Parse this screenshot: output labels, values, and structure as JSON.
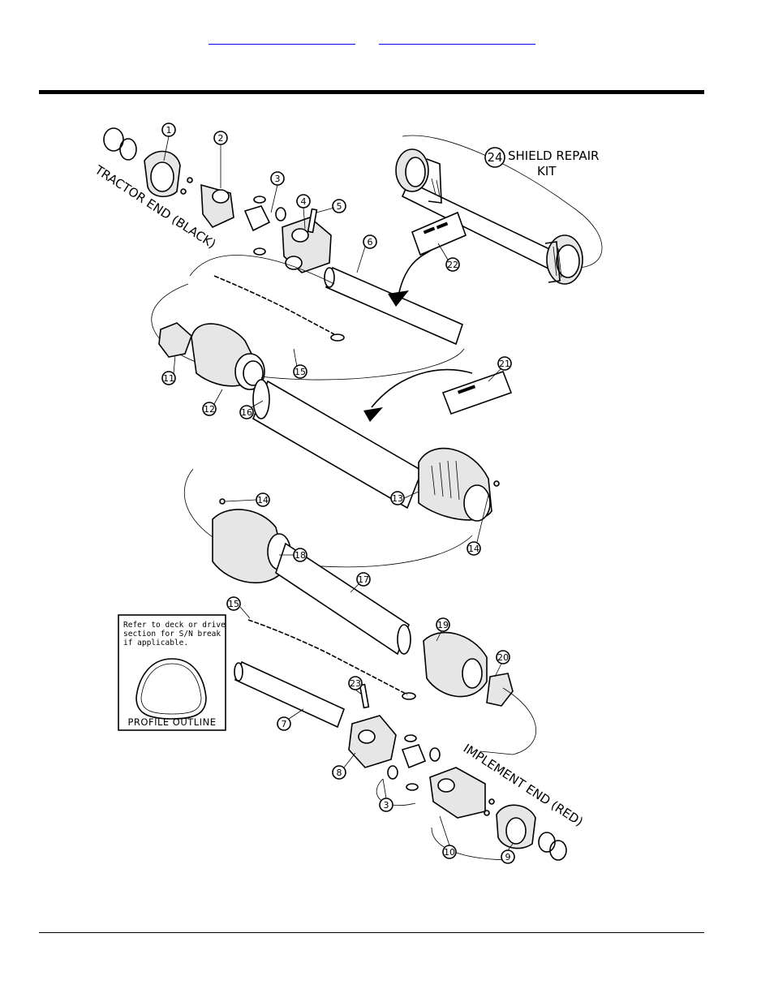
{
  "nav": {
    "links": [
      {
        "text": ""
      },
      {
        "text": ""
      }
    ]
  },
  "diagram": {
    "end_labels": {
      "tractor": "TRACTOR END (BLACK)",
      "implement": "IMPLEMENT END (RED)"
    },
    "kit_label": {
      "number": "24",
      "line1": "SHIELD REPAIR",
      "line2": "KIT"
    },
    "callouts": [
      "1",
      "2",
      "3",
      "4",
      "5",
      "6",
      "22",
      "11",
      "15",
      "12",
      "16",
      "21",
      "13",
      "14",
      "14",
      "18",
      "17",
      "15",
      "19",
      "20",
      "23",
      "7",
      "8",
      "3",
      "10",
      "9"
    ],
    "inset": {
      "note_lines": [
        "Refer to deck or drive",
        "section for S/N break",
        "if applicable."
      ],
      "caption": "PROFILE OUTLINE"
    }
  }
}
